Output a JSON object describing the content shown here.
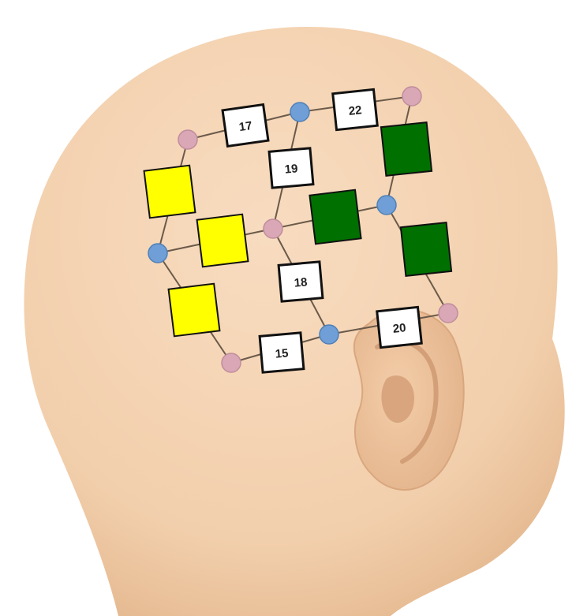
{
  "diagram": {
    "colors": {
      "skin": "#f4d3b3",
      "skin_shadow": "#e2b68e",
      "ear_inner": "#e9bd96",
      "line": "#6b5a4a",
      "detector": "#d9a7b5",
      "source": "#6f9fd6",
      "yellow": "#ffff00",
      "green": "#007000",
      "label_box": "#ffffff"
    },
    "channel_labels": [
      "17",
      "22",
      "19",
      "18",
      "20",
      "15"
    ],
    "highlighted_yellow_count": 3,
    "highlighted_green_count": 3
  }
}
